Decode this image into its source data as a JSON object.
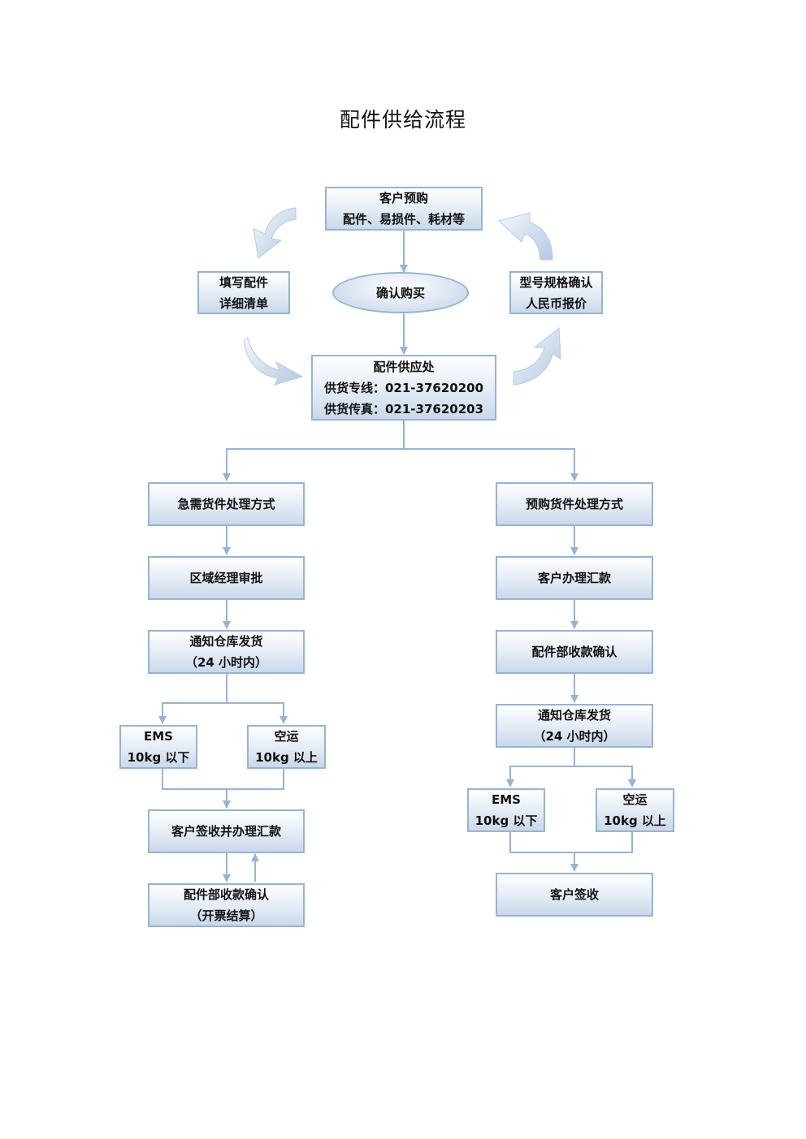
{
  "title": "配件供给流程",
  "top": {
    "customer_preorder": [
      "客户预购",
      "配件、易损件、耗材等"
    ],
    "fill_list": [
      "填写配件",
      "详细清单"
    ],
    "confirm_purchase": "确认购买",
    "spec_confirm": [
      "型号规格确认",
      "人民币报价"
    ],
    "supply_office": [
      "配件供应处",
      "供货专线：021-37620200",
      "供货传真：021-37620203"
    ]
  },
  "urgent": {
    "method": "急需货件处理方式",
    "approval": "区域经理审批",
    "notify": [
      "通知仓库发货",
      "（24 小时内）"
    ],
    "ems": [
      "EMS",
      "10kg 以下"
    ],
    "air": [
      "空运",
      "10kg 以上"
    ],
    "sign": "客户签收并办理汇款",
    "confirm": [
      "配件部收款确认",
      "（开票结算）"
    ]
  },
  "preorder": {
    "method": "预购货件处理方式",
    "remit": "客户办理汇款",
    "confirm": "配件部收款确认",
    "notify": [
      "通知仓库发货",
      "（24 小时内）"
    ],
    "ems": [
      "EMS",
      "10kg 以下"
    ],
    "air": [
      "空运",
      "10kg 以上"
    ],
    "sign": "客户签收"
  },
  "colors": {
    "border": "#95b3d7",
    "line": "#95b3d7",
    "box_light": "#ffffff",
    "box_dark": "#c9d8ea"
  }
}
